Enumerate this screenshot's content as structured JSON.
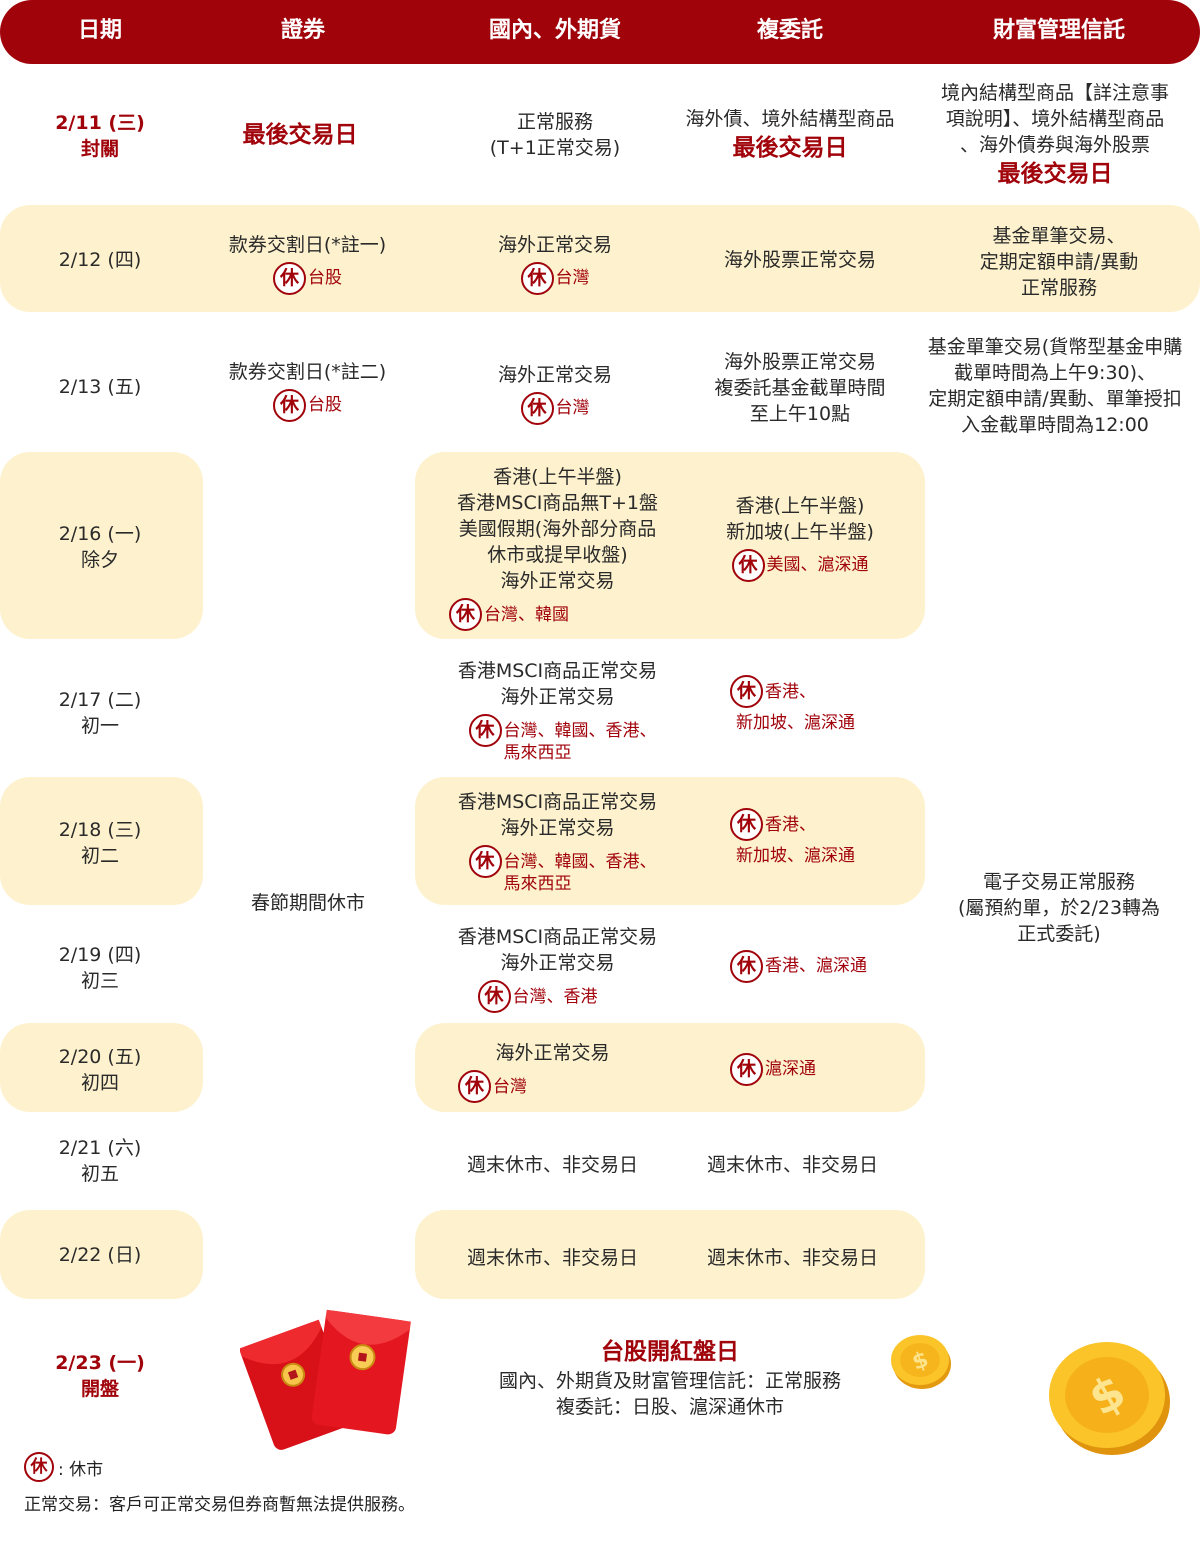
{
  "header": {
    "col_date": "日期",
    "col_securities": "證券",
    "col_futures": "國內、外期貨",
    "col_subbrokerage": "複委託",
    "col_wealth": "財富管理信託"
  },
  "closed_mark": "休",
  "rows": {
    "d0211": {
      "date": "2/11 (三)",
      "note": "封關",
      "securities": "最後交易日",
      "futures_1": "正常服務",
      "futures_2": "(T+1正常交易)",
      "sub_1": "海外債、境外結構型商品",
      "sub_2": "最後交易日",
      "wealth_1": "境內結構型商品【詳注意事",
      "wealth_2": "項說明】、境外結構型商品",
      "wealth_3": "、海外債券與海外股票",
      "wealth_4": "最後交易日"
    },
    "d0212": {
      "date": "2/12 (四)",
      "securities": "款券交割日(*註一)",
      "securities_closed": "台股",
      "futures": "海外正常交易",
      "futures_closed": "台灣",
      "sub": "海外股票正常交易",
      "wealth_1": "基金單筆交易、",
      "wealth_2": "定期定額申請/異動",
      "wealth_3": "正常服務"
    },
    "d0213": {
      "date": "2/13 (五)",
      "securities": "款券交割日(*註二)",
      "securities_closed": "台股",
      "futures": "海外正常交易",
      "futures_closed": "台灣",
      "sub_1": "海外股票正常交易",
      "sub_2": "複委託基金截單時間",
      "sub_3": "至上午10點",
      "wealth_1": "基金單筆交易(貨幣型基金申購",
      "wealth_2": "截單時間為上午9:30)、",
      "wealth_3": "定期定額申請/異動、單筆授扣",
      "wealth_4": "入金截單時間為12:00"
    },
    "d0216": {
      "date": "2/16 (一)",
      "note": "除夕",
      "futures_1": "香港(上午半盤)",
      "futures_2": "香港MSCI商品無T+1盤",
      "futures_3": "美國假期(海外部分商品",
      "futures_4": "休市或提早收盤)",
      "futures_5": "海外正常交易",
      "futures_closed": "台灣、韓國",
      "sub_1": "香港(上午半盤)",
      "sub_2": "新加坡(上午半盤)",
      "sub_closed": "美國、滬深通"
    },
    "d0217": {
      "date": "2/17 (二)",
      "note": "初一",
      "futures_1": "香港MSCI商品正常交易",
      "futures_2": "海外正常交易",
      "futures_closed_1": "台灣、韓國、香港、",
      "futures_closed_2": "馬來西亞",
      "sub_closed_1": "香港、",
      "sub_closed_2": "新加坡、滬深通"
    },
    "d0218": {
      "date": "2/18 (三)",
      "note": "初二",
      "futures_1": "香港MSCI商品正常交易",
      "futures_2": "海外正常交易",
      "futures_closed_1": "台灣、韓國、香港、",
      "futures_closed_2": "馬來西亞",
      "sub_closed_1": "香港、",
      "sub_closed_2": "新加坡、滬深通"
    },
    "d0219": {
      "date": "2/19 (四)",
      "note": "初三",
      "futures_1": "香港MSCI商品正常交易",
      "futures_2": "海外正常交易",
      "futures_closed": "台灣、香港",
      "sub_closed": "香港、滬深通"
    },
    "d0220": {
      "date": "2/20 (五)",
      "note": "初四",
      "futures": "海外正常交易",
      "futures_closed": "台灣",
      "sub_closed": "滬深通"
    },
    "d0221": {
      "date": "2/21 (六)",
      "note": "初五",
      "futures": "週末休市、非交易日",
      "sub": "週末休市、非交易日"
    },
    "d0222": {
      "date": "2/22 (日)",
      "futures": "週末休市、非交易日",
      "sub": "週末休市、非交易日"
    },
    "d0223": {
      "date": "2/23 (一)",
      "note": "開盤",
      "title": "台股開紅盤日",
      "line_1": "國內、外期貨及財富管理信託：正常服務",
      "line_2": "複委託：日股、滬深通休市"
    }
  },
  "merged": {
    "securities_holiday": "春節期間休市",
    "wealth_1": "電子交易正常服務",
    "wealth_2": "(屬預約單，於2/23轉為",
    "wealth_3": "正式委託)"
  },
  "legend": {
    "mark": "休",
    "text": ": 休市"
  },
  "footnote": "正常交易：客戶可正常交易但券商暫無法提供服務。",
  "colors": {
    "brand_red": "#a1030b",
    "highlight_band": "#fdf2cd",
    "coin_gold": "#f5b81c",
    "envelope_red": "#e4161f"
  }
}
